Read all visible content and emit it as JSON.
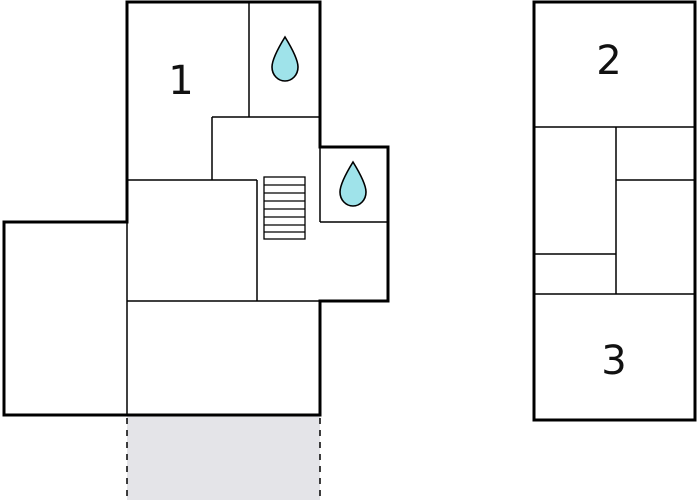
{
  "floor_plan": {
    "room_labels": {
      "room_1": "1",
      "room_2": "2",
      "room_3": "3"
    },
    "icons": {
      "bathroom_top": "water-drop-icon",
      "bathroom_right": "water-drop-icon",
      "stairs": "staircase-icon"
    },
    "colors": {
      "walls": "#000000",
      "water_drop_fill": "#9fe3ea",
      "terrace_fill": "#e4e4e8",
      "background": "#ffffff"
    }
  }
}
